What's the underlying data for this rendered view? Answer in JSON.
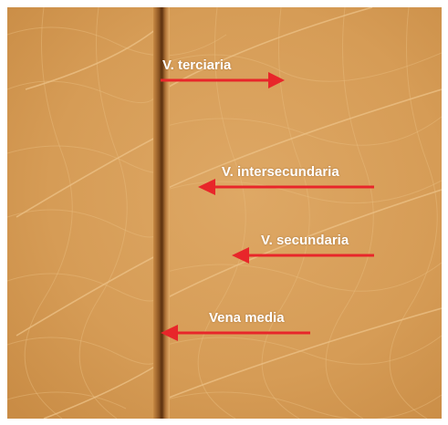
{
  "labels": {
    "tertiary": "V. terciaria",
    "intersecondary": "V. intersecundaria",
    "secondary": "V. secundaria",
    "midrib": "Vena media"
  },
  "colors": {
    "frame": "#ffffff",
    "leaf": "#d9a05a",
    "leaf_dark": "#c58a45",
    "vein": "#e8bb7a",
    "midrib": "#7a4a1c",
    "arrow": "#e8262a",
    "label_text": "#ffffff"
  }
}
